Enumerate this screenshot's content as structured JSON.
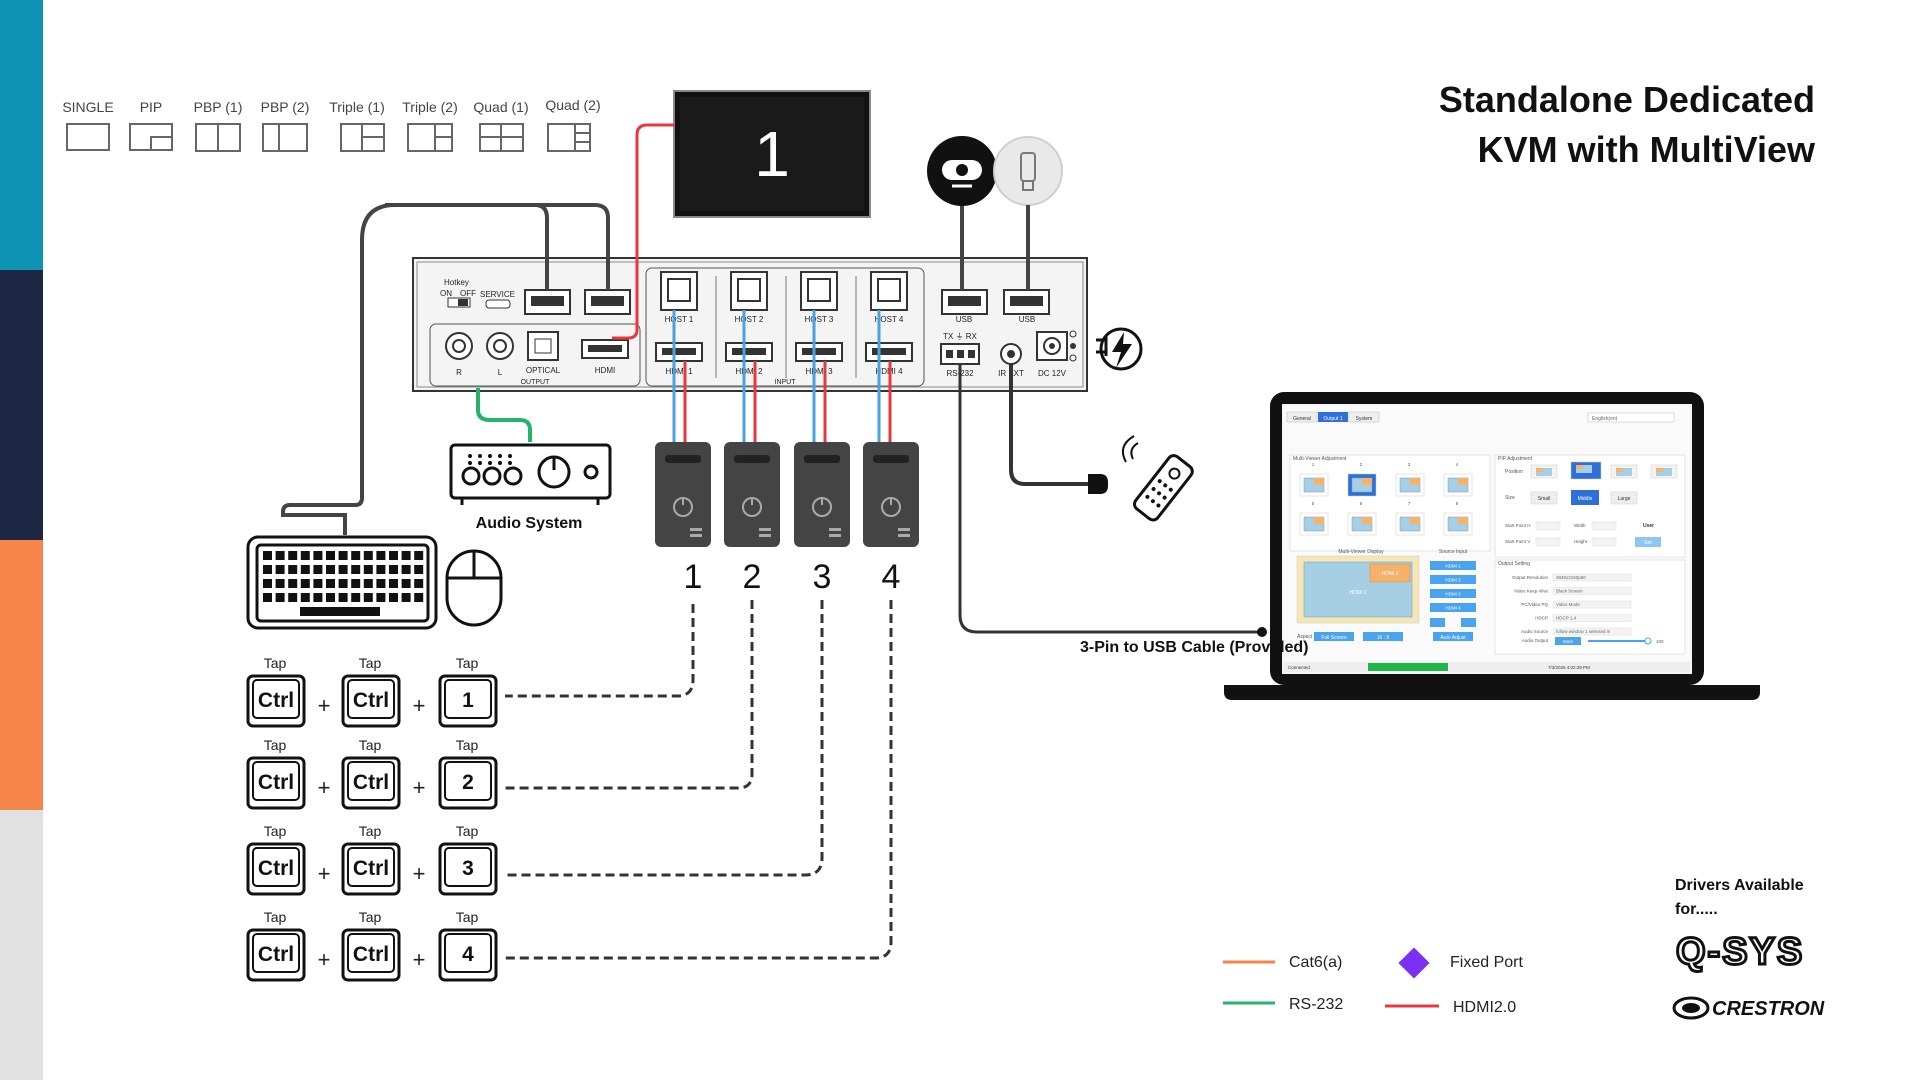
{
  "title_line1": "Standalone Dedicated",
  "title_line2": "KVM with MultiView",
  "layout_modes": [
    "SINGLE",
    "PIP",
    "PBP (1)",
    "PBP (2)",
    "Triple (1)",
    "Triple (2)",
    "Quad (1)",
    "Quad (2)"
  ],
  "monitor_number": "1",
  "device": {
    "hotkey_label": "Hotkey",
    "hotkey_on": "ON",
    "hotkey_off": "OFF",
    "service_label": "SERVICE",
    "audio_r": "R",
    "audio_l": "L",
    "optical": "OPTICAL",
    "hdmi_out": "HDMI",
    "output_group": "OUTPUT",
    "hosts": [
      "HOST 1",
      "HOST 2",
      "HOST 3",
      "HOST 4"
    ],
    "hdmi_inputs": [
      "HDMI 1",
      "HDMI 2",
      "HDMI 3",
      "HDMI 4"
    ],
    "input_group": "INPUT",
    "usb1": "USB",
    "usb2": "USB",
    "rs232_top": "TX ⏚ RX",
    "rs232": "RS-232",
    "ir_ext": "IR EXT",
    "dc": "DC 12V"
  },
  "audio_system_label": "Audio System",
  "pc_numbers": [
    "1",
    "2",
    "3",
    "4"
  ],
  "hotkeys": [
    {
      "tap": [
        "Tap",
        "Tap",
        "Tap"
      ],
      "keys": [
        "Ctrl",
        "Ctrl",
        "1"
      ]
    },
    {
      "tap": [
        "Tap",
        "Tap",
        "Tap"
      ],
      "keys": [
        "Ctrl",
        "Ctrl",
        "2"
      ]
    },
    {
      "tap": [
        "Tap",
        "Tap",
        "Tap"
      ],
      "keys": [
        "Ctrl",
        "Ctrl",
        "3"
      ]
    },
    {
      "tap": [
        "Tap",
        "Tap",
        "Tap"
      ],
      "keys": [
        "Ctrl",
        "Ctrl",
        "4"
      ]
    }
  ],
  "plus": "+",
  "cable_label": "3-Pin to USB Cable (Provided)",
  "legend": [
    {
      "label": "Cat6(a)",
      "color": "#f58549"
    },
    {
      "label": "RS-232",
      "color": "#22b46b"
    },
    {
      "label": "Fixed Port",
      "color": "#7b2ff7"
    },
    {
      "label": "HDMI2.0",
      "color": "#e8383d"
    }
  ],
  "drivers_text": "Drivers Available for.....",
  "brands": [
    "Q-SYS",
    "CRESTRON"
  ],
  "software": {
    "tabs": [
      "General",
      "Output 1",
      "System"
    ],
    "language": "English(en)",
    "multiview_section": "Multi-Viewer Adjustment",
    "mode_numbers": [
      "1",
      "2",
      "3",
      "4",
      "5",
      "6",
      "7",
      "8"
    ],
    "display_title": "Multi-Viewer Display",
    "source_title": "Source Input",
    "sources": [
      "HDMI 1",
      "HDMI 2",
      "HDMI 3",
      "HDMI 4"
    ],
    "window_main": "HDMI 1",
    "window_pip": "HDMI 2",
    "aspect_label": "Aspect",
    "aspect_buttons": [
      "Full Screen",
      "16 : 9",
      "Auto Adjust"
    ],
    "pip_section": "PIP Adjustment",
    "position_label": "Position",
    "size_label": "Size",
    "sizes": [
      "Small",
      "Middle",
      "Large"
    ],
    "start_h": "Start Point H",
    "start_v": "Start Point V",
    "width_label": "Width",
    "height_label": "Height",
    "user_label": "User",
    "set_label": "Set",
    "output_section": "Output Setting",
    "output_rows": [
      {
        "label": "Output Resolution",
        "value": "3840x2160p60"
      },
      {
        "label": "Video Keep Alive",
        "value": "Black Screen"
      },
      {
        "label": "PC/Video PQ",
        "value": "Video Mode"
      },
      {
        "label": "HDCP",
        "value": "HDCP 1.4"
      },
      {
        "label": "Audio Source",
        "value": "follow window 1 selected in"
      }
    ],
    "audio_output_label": "Audio Output",
    "mute_label": "Mute",
    "volume_value": "100",
    "status_left": "Connected",
    "status_right": "7/3/2025 4:02:28 PM"
  }
}
